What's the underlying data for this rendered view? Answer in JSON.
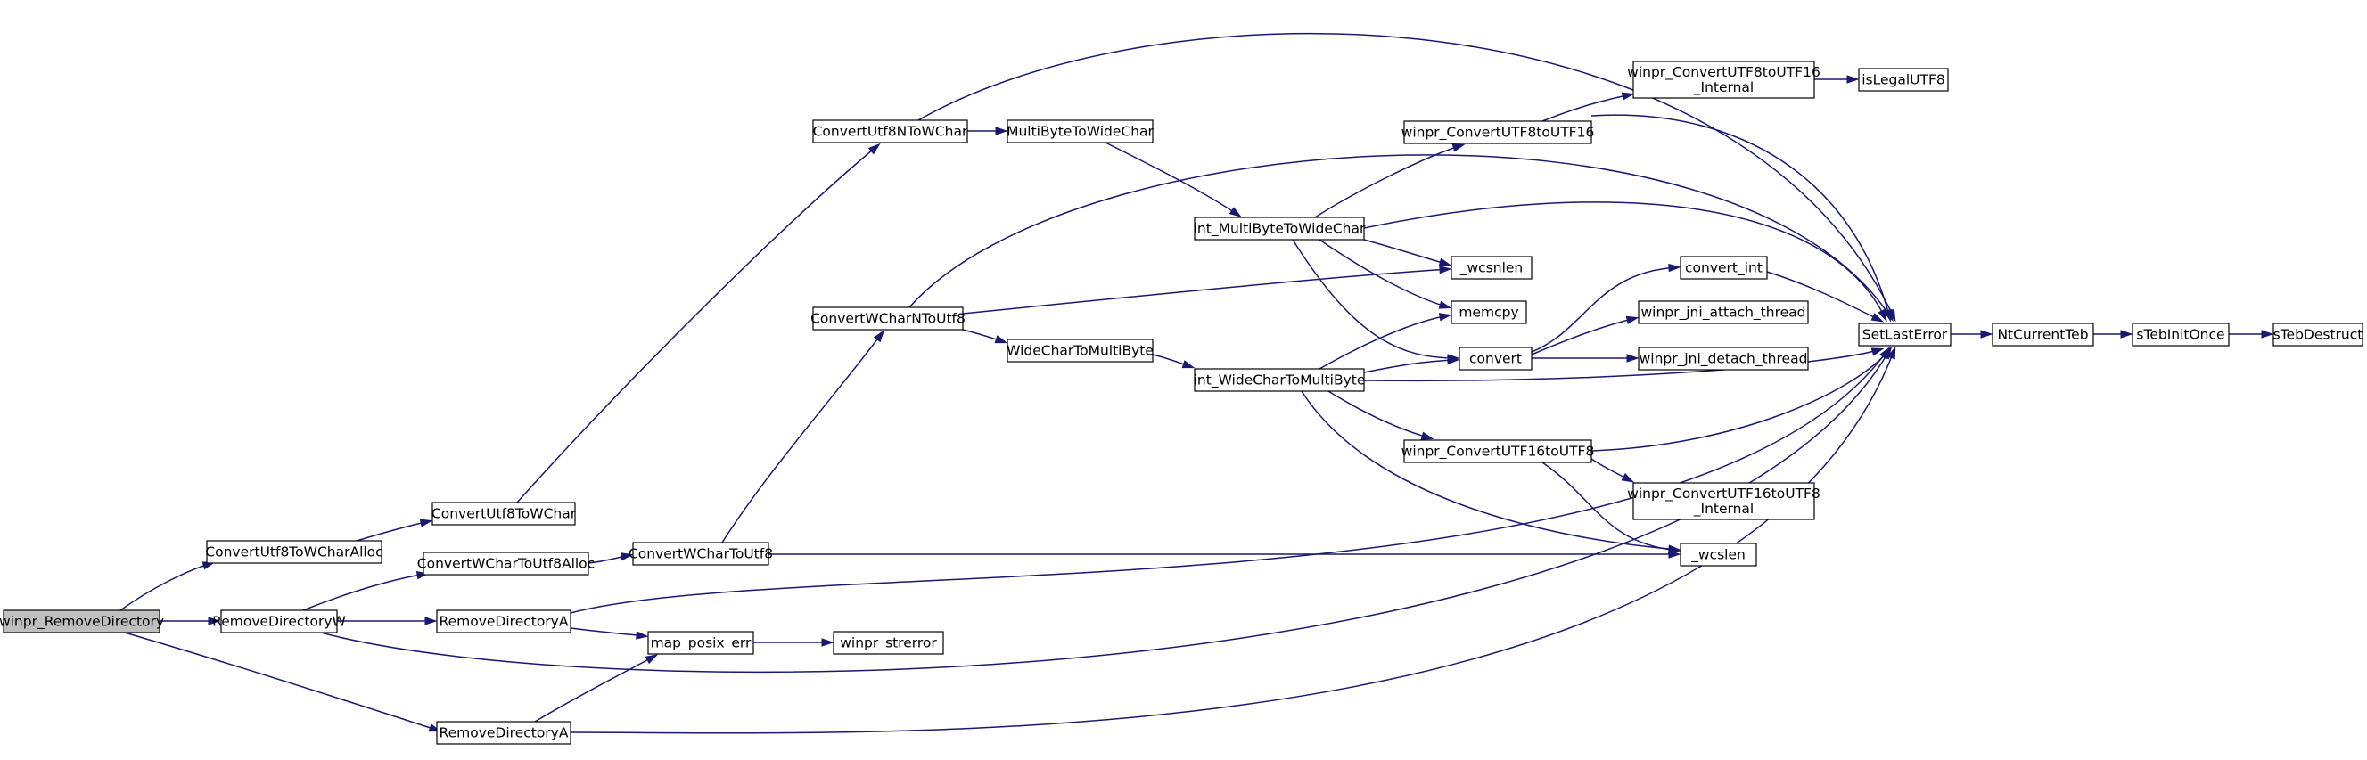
{
  "graph": {
    "nodes": [
      {
        "id": "winpr_RemoveDirectory",
        "lines": [
          "winpr_RemoveDirectory"
        ],
        "root": true
      },
      {
        "id": "ConvertUtf8ToWCharAlloc",
        "lines": [
          "ConvertUtf8ToWCharAlloc"
        ]
      },
      {
        "id": "RemoveDirectoryW",
        "lines": [
          "RemoveDirectoryW"
        ]
      },
      {
        "id": "RemoveDirectoryA_2",
        "lines": [
          "RemoveDirectoryA"
        ]
      },
      {
        "id": "ConvertUtf8ToWChar",
        "lines": [
          "ConvertUtf8ToWChar"
        ]
      },
      {
        "id": "ConvertWCharToUtf8Alloc",
        "lines": [
          "ConvertWCharToUtf8Alloc"
        ]
      },
      {
        "id": "RemoveDirectoryA",
        "lines": [
          "RemoveDirectoryA"
        ]
      },
      {
        "id": "ConvertUtf8NToWChar",
        "lines": [
          "ConvertUtf8NToWChar"
        ]
      },
      {
        "id": "ConvertWCharToUtf8",
        "lines": [
          "ConvertWCharToUtf8"
        ]
      },
      {
        "id": "map_posix_err",
        "lines": [
          "map_posix_err"
        ]
      },
      {
        "id": "winpr_strerror",
        "lines": [
          "winpr_strerror"
        ]
      },
      {
        "id": "ConvertWCharNToUtf8",
        "lines": [
          "ConvertWCharNToUtf8"
        ]
      },
      {
        "id": "MultiByteToWideChar",
        "lines": [
          "MultiByteToWideChar"
        ]
      },
      {
        "id": "WideCharToMultiByte",
        "lines": [
          "WideCharToMultiByte"
        ]
      },
      {
        "id": "int_MultiByteToWideChar",
        "lines": [
          "int_MultiByteToWideChar"
        ]
      },
      {
        "id": "int_WideCharToMultiByte",
        "lines": [
          "int_WideCharToMultiByte"
        ]
      },
      {
        "id": "winpr_ConvertUTF8toUTF16",
        "lines": [
          "winpr_ConvertUTF8toUTF16"
        ]
      },
      {
        "id": "winpr_ConvertUTF16toUTF8",
        "lines": [
          "winpr_ConvertUTF16toUTF8"
        ]
      },
      {
        "id": "winpr_ConvertUTF8toUTF16_Internal",
        "lines": [
          "winpr_ConvertUTF8toUTF16",
          "_Internal"
        ]
      },
      {
        "id": "winpr_ConvertUTF16toUTF8_Internal",
        "lines": [
          "winpr_ConvertUTF16toUTF8",
          "_Internal"
        ]
      },
      {
        "id": "_wcsnlen",
        "lines": [
          "_wcsnlen"
        ]
      },
      {
        "id": "memcpy",
        "lines": [
          "memcpy"
        ]
      },
      {
        "id": "convert",
        "lines": [
          "convert"
        ]
      },
      {
        "id": "_wcslen",
        "lines": [
          "_wcslen"
        ]
      },
      {
        "id": "convert_int",
        "lines": [
          "convert_int"
        ]
      },
      {
        "id": "winpr_jni_attach_thread",
        "lines": [
          "winpr_jni_attach_thread"
        ]
      },
      {
        "id": "winpr_jni_detach_thread",
        "lines": [
          "winpr_jni_detach_thread"
        ]
      },
      {
        "id": "isLegalUTF8",
        "lines": [
          "isLegalUTF8"
        ]
      },
      {
        "id": "SetLastError",
        "lines": [
          "SetLastError"
        ]
      },
      {
        "id": "NtCurrentTeb",
        "lines": [
          "NtCurrentTeb"
        ]
      },
      {
        "id": "sTebInitOnce",
        "lines": [
          "sTebInitOnce"
        ]
      },
      {
        "id": "sTebDestruct",
        "lines": [
          "sTebDestruct"
        ]
      }
    ],
    "edges": [
      [
        "winpr_RemoveDirectory",
        "ConvertUtf8ToWCharAlloc"
      ],
      [
        "winpr_RemoveDirectory",
        "RemoveDirectoryW"
      ],
      [
        "winpr_RemoveDirectory",
        "RemoveDirectoryA_2"
      ],
      [
        "ConvertUtf8ToWCharAlloc",
        "ConvertUtf8ToWChar"
      ],
      [
        "RemoveDirectoryW",
        "ConvertWCharToUtf8Alloc"
      ],
      [
        "RemoveDirectoryW",
        "RemoveDirectoryA"
      ],
      [
        "RemoveDirectoryW",
        "SetLastError"
      ],
      [
        "RemoveDirectoryA_2",
        "map_posix_err"
      ],
      [
        "RemoveDirectoryA_2",
        "SetLastError"
      ],
      [
        "ConvertUtf8ToWChar",
        "ConvertUtf8NToWChar"
      ],
      [
        "ConvertWCharToUtf8Alloc",
        "ConvertWCharToUtf8"
      ],
      [
        "RemoveDirectoryA",
        "map_posix_err"
      ],
      [
        "RemoveDirectoryA",
        "SetLastError"
      ],
      [
        "map_posix_err",
        "winpr_strerror"
      ],
      [
        "ConvertUtf8NToWChar",
        "MultiByteToWideChar"
      ],
      [
        "ConvertUtf8NToWChar",
        "SetLastError"
      ],
      [
        "ConvertWCharToUtf8",
        "ConvertWCharNToUtf8"
      ],
      [
        "ConvertWCharToUtf8",
        "_wcslen"
      ],
      [
        "ConvertWCharNToUtf8",
        "WideCharToMultiByte"
      ],
      [
        "ConvertWCharNToUtf8",
        "_wcsnlen"
      ],
      [
        "ConvertWCharNToUtf8",
        "SetLastError"
      ],
      [
        "MultiByteToWideChar",
        "int_MultiByteToWideChar"
      ],
      [
        "WideCharToMultiByte",
        "int_WideCharToMultiByte"
      ],
      [
        "int_MultiByteToWideChar",
        "winpr_ConvertUTF8toUTF16"
      ],
      [
        "int_MultiByteToWideChar",
        "_wcsnlen"
      ],
      [
        "int_MultiByteToWideChar",
        "memcpy"
      ],
      [
        "int_MultiByteToWideChar",
        "convert"
      ],
      [
        "int_MultiByteToWideChar",
        "SetLastError"
      ],
      [
        "int_WideCharToMultiByte",
        "memcpy"
      ],
      [
        "int_WideCharToMultiByte",
        "convert"
      ],
      [
        "int_WideCharToMultiByte",
        "winpr_ConvertUTF16toUTF8"
      ],
      [
        "int_WideCharToMultiByte",
        "_wcslen"
      ],
      [
        "int_WideCharToMultiByte",
        "SetLastError"
      ],
      [
        "winpr_ConvertUTF8toUTF16",
        "winpr_ConvertUTF8toUTF16_Internal"
      ],
      [
        "winpr_ConvertUTF8toUTF16",
        "SetLastError"
      ],
      [
        "winpr_ConvertUTF16toUTF8",
        "winpr_ConvertUTF16toUTF8_Internal"
      ],
      [
        "winpr_ConvertUTF16toUTF8",
        "_wcslen"
      ],
      [
        "winpr_ConvertUTF16toUTF8",
        "SetLastError"
      ],
      [
        "winpr_ConvertUTF8toUTF16_Internal",
        "isLegalUTF8"
      ],
      [
        "convert",
        "convert_int"
      ],
      [
        "convert",
        "winpr_jni_attach_thread"
      ],
      [
        "convert",
        "winpr_jni_detach_thread"
      ],
      [
        "convert_int",
        "SetLastError"
      ],
      [
        "SetLastError",
        "NtCurrentTeb"
      ],
      [
        "NtCurrentTeb",
        "sTebInitOnce"
      ],
      [
        "sTebInitOnce",
        "sTebDestruct"
      ]
    ]
  }
}
